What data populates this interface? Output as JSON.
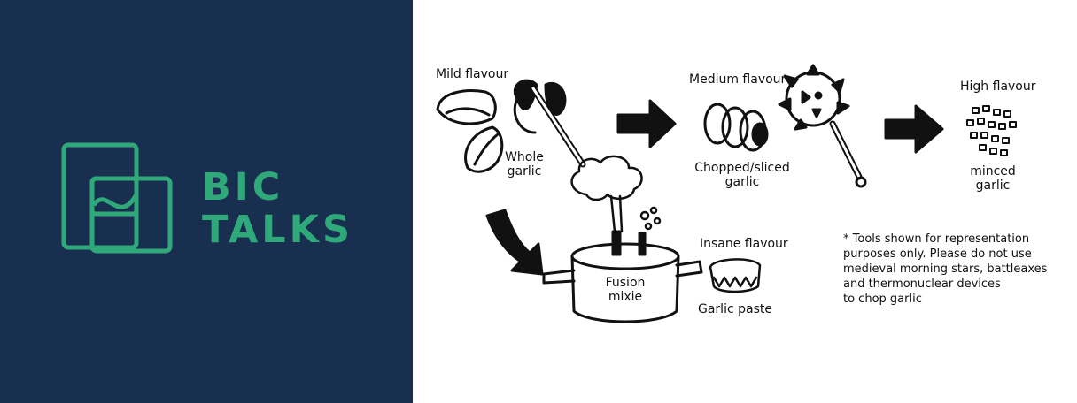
{
  "brand": {
    "line1": "BIC",
    "line2": "TALKS",
    "color": "#2fa97a",
    "background": "#182f50",
    "logo_icon": "overlapping-squares-logo"
  },
  "diagram": {
    "mild_label": "Mild flavour",
    "whole_garlic_line1": "Whole",
    "whole_garlic_line2": "garlic",
    "medium_label": "Medium flavour",
    "chopped_line1": "Chopped/sliced",
    "chopped_line2": "garlic",
    "high_label": "High flavour",
    "minced_line1": "minced",
    "minced_line2": "garlic",
    "insane_label": "Insane flavour",
    "paste_label": "Garlic paste",
    "mixie_line1": "Fusion",
    "mixie_line2": "mixie",
    "note_lines": [
      "* Tools shown for representation",
      "purposes only. Please do not use",
      "medieval morning stars, battleaxes",
      "and thermonuclear devices",
      "to chop garlic"
    ]
  }
}
